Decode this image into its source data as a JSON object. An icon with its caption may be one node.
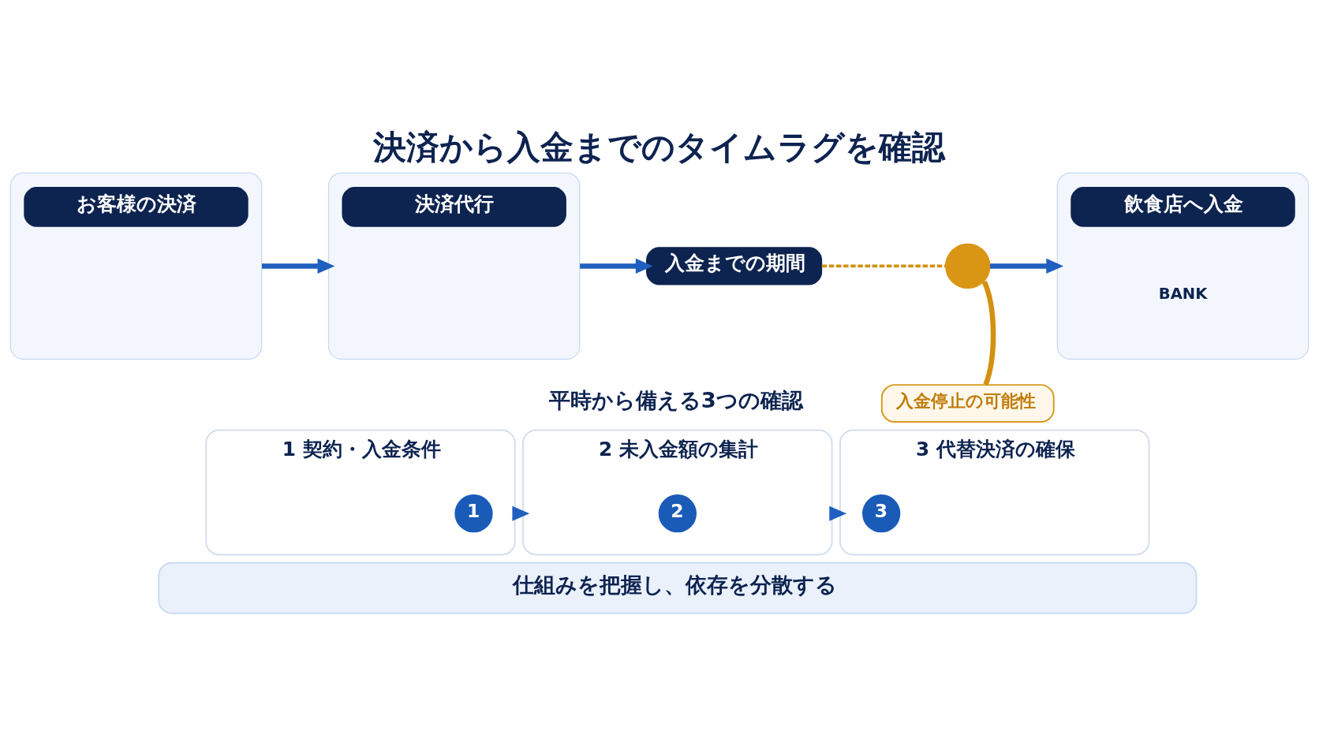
{
  "diagram": {
    "title": "決済から入金までのタイムラグを確認",
    "nodes": [
      {
        "text": [
          "お客様の決済"
        ]
      },
      {
        "text": [
          "決済代行"
        ]
      },
      {
        "text": [
          "入金までの期間"
        ]
      },
      {
        "text": [],
        "shape": "circle"
      },
      {
        "text": [
          "入金停止の可能性"
        ]
      },
      {
        "text": [
          "飲食店へ入金",
          "BANK"
        ]
      },
      {
        "text": [
          "1 契約・入金条件"
        ]
      },
      {
        "text": [
          "1"
        ],
        "in": 6
      },
      {
        "text": [
          "2 未入金額の集計"
        ]
      },
      {
        "text": [
          "2"
        ],
        "in": 8
      },
      {
        "text": [
          "3 代替決済の確保"
        ]
      },
      {
        "text": [
          "3"
        ],
        "in": 10
      },
      {
        "text": [
          "仕組みを把握し、依存を分散する"
        ]
      }
    ],
    "edges": [
      {
        "from": 0,
        "to": 1,
        "arrow": "to"
      },
      {
        "from": 1,
        "to": 2,
        "arrow": "to"
      },
      {
        "from": 2,
        "to": 3,
        "arrow": "none",
        "style": "dashed",
        "color": "#d4900f"
      },
      {
        "from": 3,
        "to": 5,
        "arrow": "to"
      },
      {
        "from": 4,
        "to": 3,
        "arrow": "none",
        "color": "#d4900f"
      },
      {
        "from": 6,
        "to": 8,
        "arrow": "to"
      },
      {
        "from": 8,
        "to": 10,
        "arrow": "to"
      }
    ],
    "labels": [
      "平時から備える3つの確認"
    ]
  }
}
